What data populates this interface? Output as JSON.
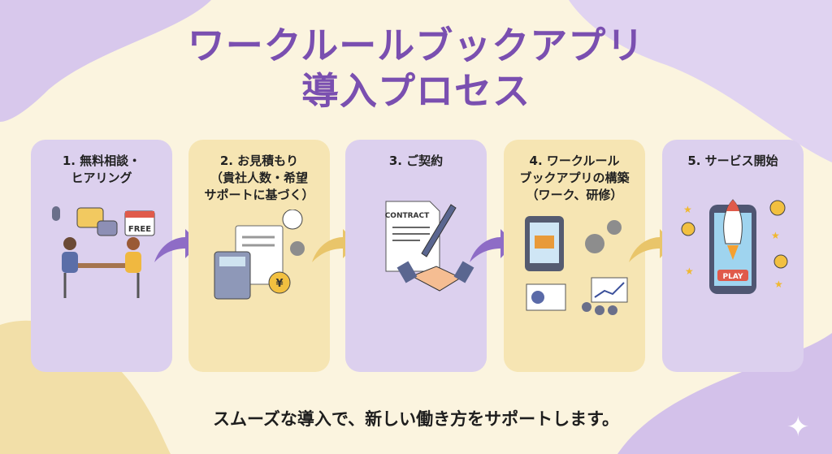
{
  "title": {
    "line1": "ワークルールブックアプリ",
    "line2": "導入プロセス"
  },
  "steps": [
    {
      "label_lines": [
        "1. 無料相談・",
        "ヒアリング"
      ],
      "icon_text": "FREE",
      "color": "#dcd0ee"
    },
    {
      "label_lines": [
        "2. お見積もり",
        "（貴社人数・希望",
        "サポートに基づく）"
      ],
      "icon_text": "¥",
      "color": "#f6e5b3"
    },
    {
      "label_lines": [
        "3. ご契約"
      ],
      "icon_text": "CONTRACT",
      "color": "#dcd0ee"
    },
    {
      "label_lines": [
        "4. ワークルール",
        "ブックアプリの構築",
        "（ワーク、研修）"
      ],
      "color": "#f6e5b3"
    },
    {
      "label_lines": [
        "5. サービス開始"
      ],
      "icon_text": "PLAY",
      "color": "#dcd0ee"
    }
  ],
  "footer": "スムーズな導入で、新しい働き方をサポートします。",
  "colors": {
    "title": "#7a4fb0",
    "background": "#fbf4df",
    "purple_card": "#dcd0ee",
    "yellow_card": "#f6e5b3"
  }
}
